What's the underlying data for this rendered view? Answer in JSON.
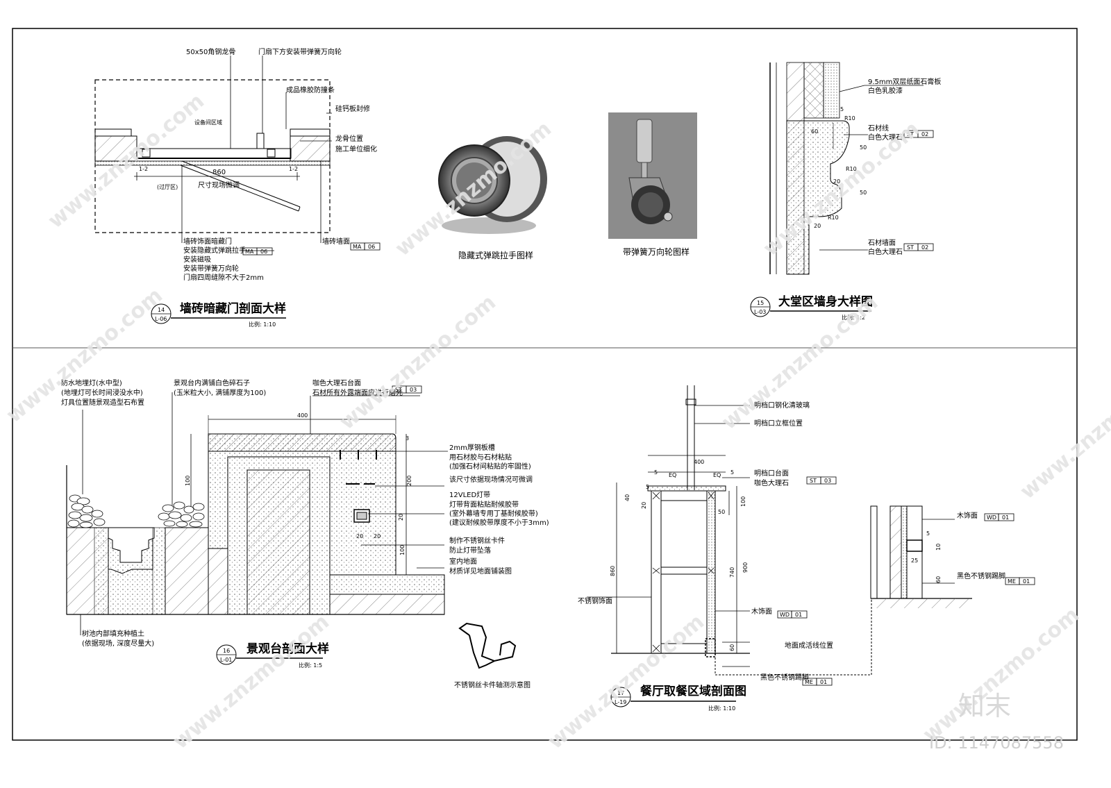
{
  "d14": {
    "ann_top1": "50x50角钢龙骨",
    "ann_top2": "门扇下方安装带弹簧万向轮",
    "ann_r1": "成品橡胶防撞条",
    "ann_r2": "硅钙板封修",
    "ann_r3": "龙骨位置",
    "ann_r4": "施工单位细化",
    "area": "设备间区域",
    "sec_l": "1-2",
    "sec_r": "1-2",
    "dim": "860",
    "dim_note": "尺寸现场微调",
    "hall": "(过厅区)",
    "notes": [
      "墙砖饰面暗藏门",
      "安装隐藏式弹跳拉手",
      "安装磁吸",
      "安装带弹簧万向轮",
      "门扇四周缝隙不大于2mm"
    ],
    "tag1": "MA",
    "tag1n": "06",
    "wall": "墙砖墙面",
    "tag2": "MA",
    "tag2n": "06",
    "num": "14",
    "sheet": "L-06",
    "title": "墙砖暗藏门剖面大样",
    "scale": "比例: 1:10"
  },
  "photo1": "隐藏式弹跳拉手图样",
  "photo2": "带弹簧万向轮图样",
  "d15": {
    "ann1a": "9.5mm双层纸面石膏板",
    "ann1b": "白色乳胶漆",
    "ann2a": "石材线",
    "ann2b": "白色大理石",
    "tag2": "ST",
    "tag2n": "02",
    "ann3a": "石材墙面",
    "ann3b": "白色大理石",
    "tag3": "ST",
    "tag3n": "02",
    "d5": "5",
    "d60": "60",
    "d50a": "50",
    "d50b": "50",
    "d20a": "20",
    "d20b": "20",
    "r10a": "R10",
    "r10b": "R10",
    "r10c": "R10",
    "num": "15",
    "sheet": "L-03",
    "title": "大堂区墙身大样图",
    "scale": "比例: 1:2"
  },
  "d16": {
    "ann1a": "防水地埋灯(水中型)",
    "ann1b": "(地埋灯可长时间浸没水中)",
    "ann1c": "灯具位置随景观造型石布置",
    "ann2a": "景观台内满铺白色碎石子",
    "ann2b": "(玉米粒大小, 满铺厚度为100)",
    "ann3a": "咖色大理石台面",
    "ann3b": "石材所有外露端面应进行磨光",
    "tag3": "ST",
    "tag3n": "03",
    "ann4a": "2mm厚钢板槽",
    "ann4b": "用石材胶与石材粘贴",
    "ann4c": "(加强石材间粘贴的牢固性)",
    "ann5": "该尺寸依据现场情况可微调",
    "ann6a": "12VLED灯带",
    "ann6b": "灯带背面粘贴耐候胶带",
    "ann6c": "(室外幕墙专用丁基耐候胶带)",
    "ann6d": "(建议耐候胶带厚度不小于3mm)",
    "ann7a": "制作不锈钢丝卡件",
    "ann7b": "防止灯带坠落",
    "ann8a": "室内地面",
    "ann8b": "材质详见地面铺装图",
    "ann9a": "树池内部填充种植土",
    "ann9b": "(依据现场, 深度尽量大)",
    "d400": "400",
    "d100a": "100",
    "d3": "3",
    "d200": "200",
    "d20": "20",
    "d20b": "20",
    "d20c": "20",
    "d100b": "100",
    "num": "16",
    "sheet": "L-01",
    "title": "景观台剖面大样",
    "scale": "比例: 1:5"
  },
  "clip": "不锈钢丝卡件轴测示意图",
  "d17": {
    "ann1": "明档口钢化清玻璃",
    "ann2": "明档口立框位置",
    "ann3a": "明档口台面",
    "ann3b": "咖色大理石",
    "tag3": "ST",
    "tag3n": "03",
    "ann4": "不锈钢饰面",
    "ann5": "木饰面",
    "tag5": "WD",
    "tag5n": "01",
    "ann6": "地面成活线位置",
    "ann7": "黑色不锈钢踢脚",
    "tag7": "ME",
    "tag7n": "01",
    "det1": "木饰面",
    "dtag1": "WD",
    "dtag1n": "01",
    "det2": "黑色不锈钢踢脚",
    "dtag2": "ME",
    "dtag2n": "01",
    "d400": "400",
    "eq1": "EQ",
    "eq2": "EQ",
    "d5a": "5",
    "d5b": "5",
    "d40": "40",
    "d20": "20",
    "d5c": "5",
    "d100": "100",
    "d50": "50",
    "d860": "860",
    "d740": "740",
    "d900": "900",
    "d60": "60",
    "dd5": "5",
    "dd10": "10",
    "dd25": "25",
    "dd60": "60",
    "num": "17",
    "sheet": "L-19",
    "title": "餐厅取餐区域剖面图",
    "scale": "比例: 1:10"
  },
  "watermark": "www.znzmo.com",
  "logo": "知末",
  "id_text": "ID: 1147087558"
}
